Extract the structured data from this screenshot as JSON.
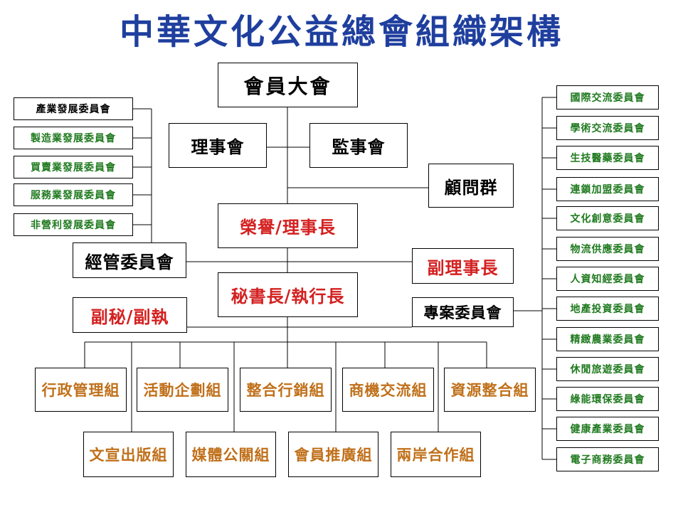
{
  "title": "中華文化公益總會組織架構",
  "colors": {
    "title": "#1f3f9e",
    "black": "#000000",
    "green": "#1f7a1f",
    "red": "#d42020",
    "orange": "#c0701a"
  },
  "core": {
    "assembly": "會員大會",
    "board": "理事會",
    "supervisors": "監事會",
    "advisors": "顧問群",
    "chairman": "榮譽/理事長",
    "vice_chairman": "副理事長",
    "management": "經管委員會",
    "secretary_general": "秘書長/執行長",
    "deputy": "副秘/副執",
    "projects": "專案委員會"
  },
  "left_committees": [
    "產業發展委員會",
    "製造業發展委員會",
    "買賣業發展委員會",
    "服務業發展委員會",
    "非營利發展委員會"
  ],
  "right_committees": [
    "國際交流委員會",
    "學術交流委員會",
    "生技醫藥委員會",
    "連鎖加盟委員會",
    "文化創意委員會",
    "物流供應委員會",
    "人資知經委員會",
    "地產投資委員會",
    "精緻農業委員會",
    "休閒旅遊委員會",
    "綠能環保委員會",
    "健康產業委員會",
    "電子商務委員會"
  ],
  "groups_row1": [
    "行政管理組",
    "活動企劃組",
    "整合行銷組",
    "商機交流組",
    "資源整合組"
  ],
  "groups_row2": [
    "文宣出版組",
    "媒體公關組",
    "會員推廣組",
    "兩岸合作組"
  ]
}
